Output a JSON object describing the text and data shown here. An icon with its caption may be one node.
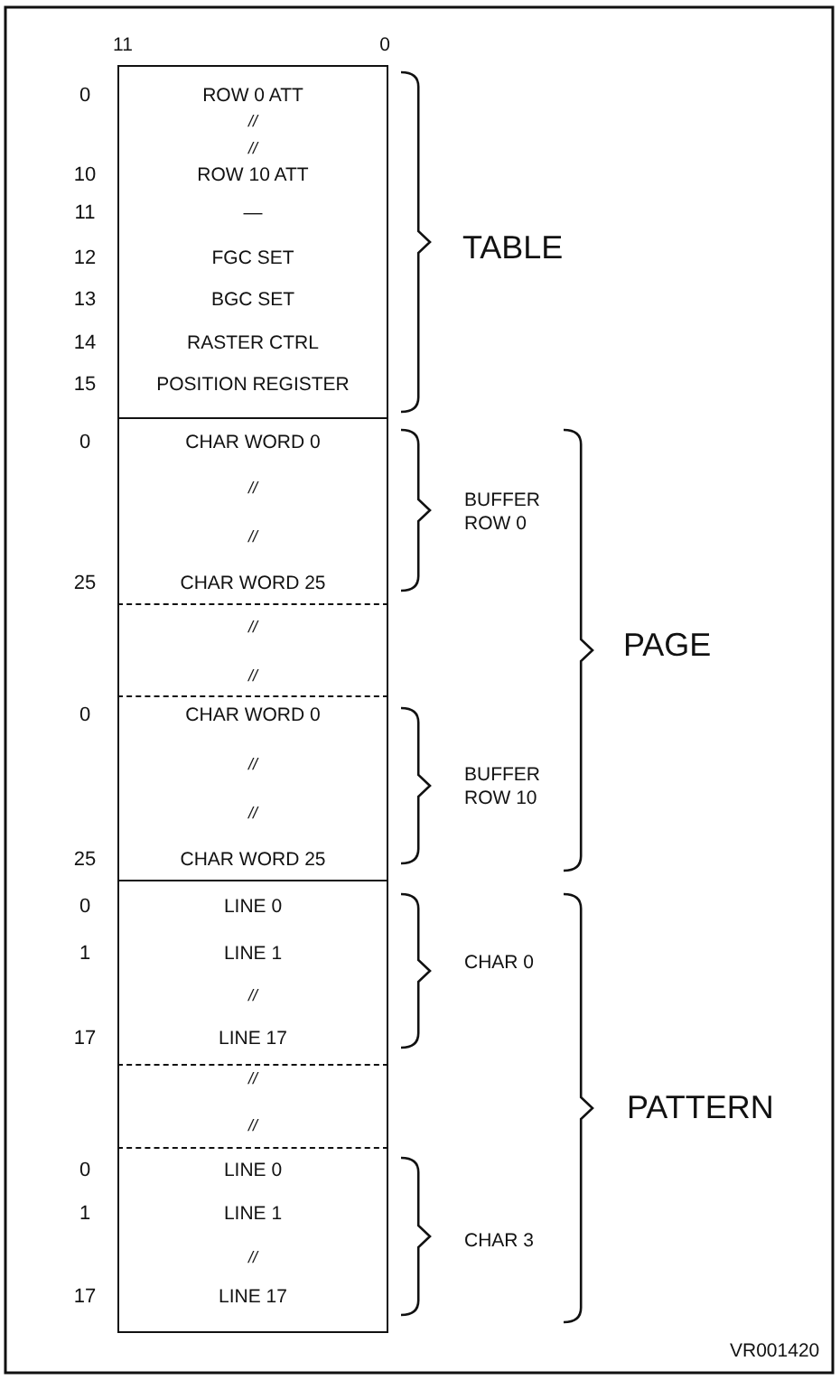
{
  "diagram": {
    "nodes": [
      {
        "text": [
          "ROW 0 ATT",
          "//",
          "//",
          "ROW 10 ATT",
          "—",
          "FGC SET",
          "BGC SET",
          "RASTER CTRL",
          "POSITION REGISTER"
        ],
        "beside": [
          "0",
          "10",
          "11",
          "12",
          "13",
          "14",
          "15"
        ]
      },
      {
        "text": [
          "CHAR WORD 0",
          "//",
          "//",
          "CHAR WORD 25"
        ],
        "beside": [
          "0",
          "25"
        ]
      },
      {
        "text": [
          "//",
          "//"
        ]
      },
      {
        "text": [
          "CHAR WORD 0",
          "//",
          "//",
          "CHAR WORD 25"
        ],
        "beside": [
          "0",
          "25"
        ]
      },
      {
        "text": [
          "LINE 0",
          "LINE 1",
          "//",
          "LINE 17"
        ],
        "beside": [
          "0",
          "1",
          "17"
        ]
      },
      {
        "text": [
          "//",
          "//"
        ]
      },
      {
        "text": [
          "LINE 0",
          "LINE 1",
          "//",
          "LINE 17"
        ],
        "beside": [
          "0",
          "1",
          "17"
        ]
      }
    ],
    "labels": [
      "11",
      "0",
      "TABLE",
      "BUFFER ROW 0",
      "PAGE",
      "BUFFER ROW 10",
      "CHAR 0",
      "PATTERN",
      "CHAR 3",
      "VR001420"
    ]
  }
}
